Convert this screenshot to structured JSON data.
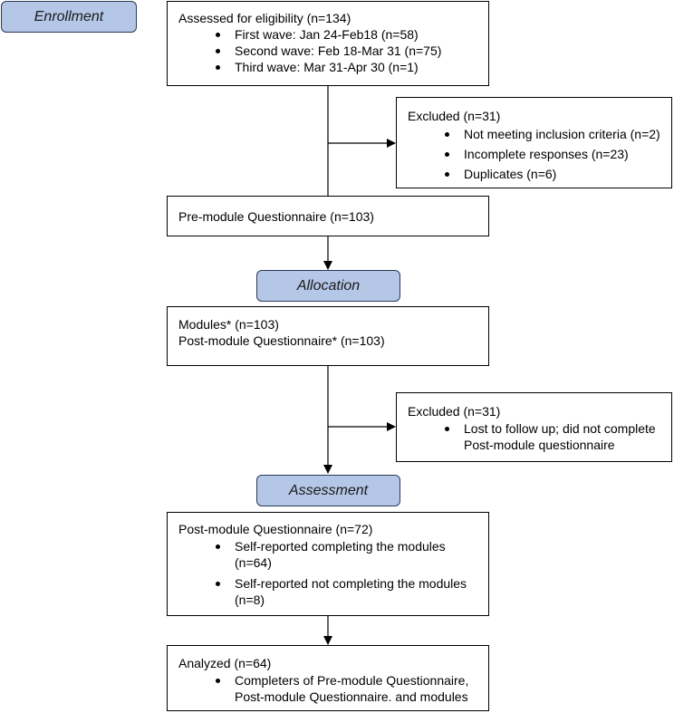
{
  "stages": {
    "enrollment": "Enrollment",
    "allocation": "Allocation",
    "assessment": "Assessment"
  },
  "eligibility": {
    "title": "Assessed for eligibility (n=134)",
    "items": [
      "First wave: Jan 24-Feb18 (n=58)",
      "Second wave: Feb 18-Mar 31 (n=75)",
      "Third wave: Mar 31-Apr 30 (n=1)"
    ]
  },
  "excluded_1": {
    "title": "Excluded (n=31)",
    "items": [
      "Not meeting inclusion criteria (n=2)",
      "Incomplete responses (n=23)",
      "Duplicates (n=6)"
    ]
  },
  "pre_module": {
    "title": "Pre-module Questionnaire (n=103)"
  },
  "modules": {
    "line1": "Modules* (n=103)",
    "line2": "Post-module Questionnaire* (n=103)"
  },
  "excluded_2": {
    "title": "Excluded (n=31)",
    "items": [
      [
        "Lost to follow up; did not complete",
        "Post-module questionnaire"
      ]
    ]
  },
  "post_module": {
    "title": "Post-module Questionnaire (n=72)",
    "items": [
      [
        "Self-reported completing the modules",
        "(n=64)"
      ],
      [
        "Self-reported not completing the modules",
        "(n=8)"
      ]
    ]
  },
  "analyzed": {
    "title": "Analyzed (n=64)",
    "items": [
      [
        "Completers of Pre-module Questionnaire,",
        "Post-module Questionnaire. and modules"
      ]
    ]
  }
}
